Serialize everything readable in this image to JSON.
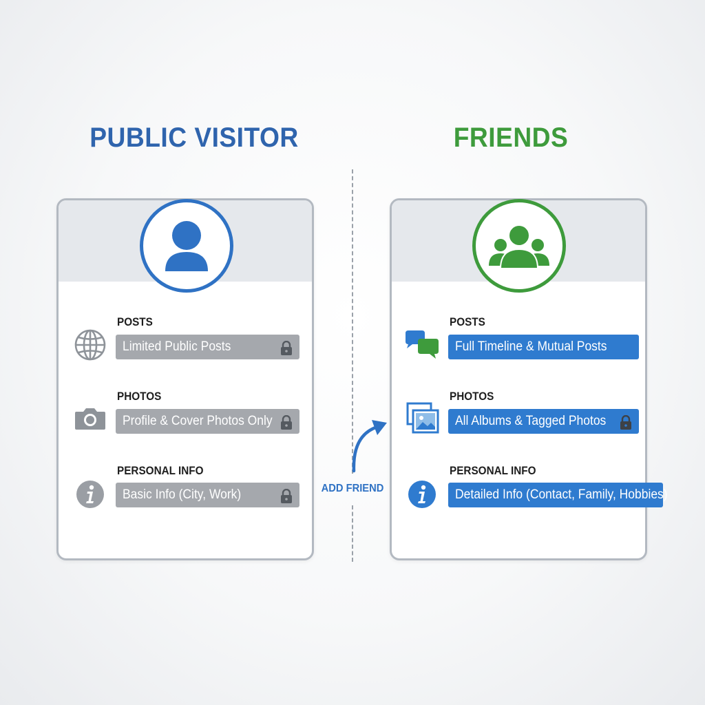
{
  "columns": {
    "left": {
      "title": "PUBLIC VISITOR",
      "accent_color": "#2f72c4",
      "avatar_icon": "single-user-icon",
      "rows": [
        {
          "label": "POSTS",
          "value": "Limited Public Posts",
          "icon": "globe-icon",
          "locked": true
        },
        {
          "label": "PHOTOS",
          "value": "Profile & Cover Photos Only",
          "icon": "camera-icon",
          "locked": true
        },
        {
          "label": "PERSONAL INFO",
          "value": "Basic Info (City, Work)",
          "icon": "info-icon",
          "locked": true
        }
      ]
    },
    "right": {
      "title": "FRIENDS",
      "accent_color": "#3e9b3c",
      "avatar_icon": "group-users-icon",
      "rows": [
        {
          "label": "POSTS",
          "value": "Full Timeline & Mutual Posts",
          "icon": "chat-bubbles-icon",
          "locked": false
        },
        {
          "label": "PHOTOS",
          "value": "All Albums & Tagged Photos",
          "icon": "photo-album-icon",
          "locked": true
        },
        {
          "label": "PERSONAL INFO",
          "value": "Detailed Info (Contact, Family, Hobbies)",
          "icon": "info-icon",
          "locked": false
        }
      ]
    }
  },
  "transition": {
    "label": "ADD FRIEND",
    "icon": "curved-arrow-icon",
    "color": "#2f72c4"
  },
  "colors": {
    "locked_bar": "#a5a8ad",
    "unlocked_bar": "#2f7bcf"
  }
}
